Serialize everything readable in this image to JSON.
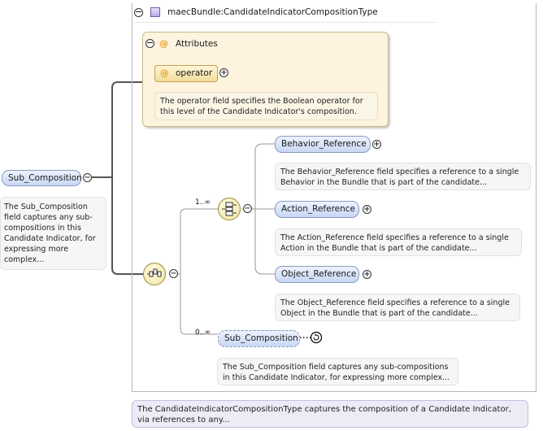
{
  "type": {
    "title": "maecBundle:CandidateIndicatorCompositionType",
    "description": "The CandidateIndicatorCompositionType captures the composition of a Candidate Indicator, via references to any..."
  },
  "attributes": {
    "label": "Attributes",
    "operator": {
      "name": "operator",
      "description": "The operator field specifies the Boolean operator for this level of the Candidate Indicator's composition."
    }
  },
  "root": {
    "name": "Sub_Composition",
    "description": "The Sub_Composition field captures any sub-compositions in this Candidate Indicator, for expressing more complex..."
  },
  "choice": {
    "cardinality": "1..∞",
    "items": [
      {
        "name": "Behavior_Reference",
        "description": "The Behavior_Reference field specifies a reference to a single Behavior in the Bundle that is part of the candidate..."
      },
      {
        "name": "Action_Reference",
        "description": "The Action_Reference field specifies a reference to a single Action in the Bundle that is part of the candidate..."
      },
      {
        "name": "Object_Reference",
        "description": "The Object_Reference field specifies a reference to a single Object in the Bundle that is part of the candidate..."
      }
    ]
  },
  "recursive": {
    "cardinality": "0..∞",
    "name": "Sub_Composition",
    "description": "The Sub_Composition field captures any sub-compositions in this Candidate Indicator, for expressing more complex..."
  },
  "symbols": {
    "collapse": "−",
    "expand": "+",
    "attribute_at": "@"
  },
  "colors": {
    "element_fill": "#c8d6f4",
    "attribute_fill": "#f6e6b0",
    "compositor_fill": "#f3e4a2",
    "type_note": "#eeebf7"
  }
}
